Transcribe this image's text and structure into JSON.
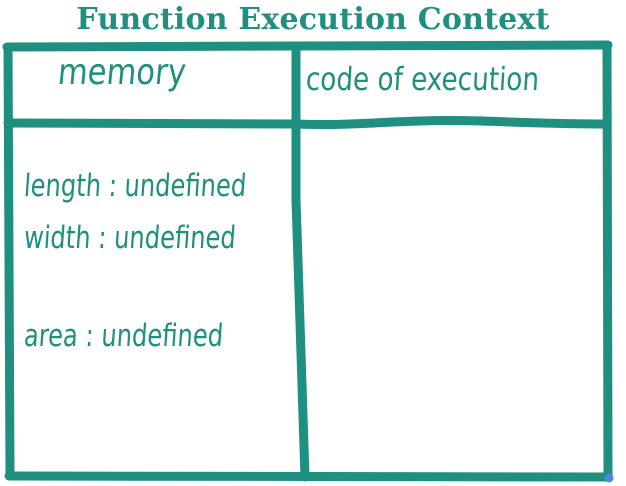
{
  "title": "Function Execution Context",
  "columns": {
    "memory": "memory",
    "code": "code of execution"
  },
  "memory_entries": [
    {
      "text": "length : undefined"
    },
    {
      "text": "width : undefined"
    },
    {
      "text": "area : undefined"
    }
  ],
  "colors": {
    "ink": "#1f8f80",
    "corner_dot": "#4a86e8"
  }
}
